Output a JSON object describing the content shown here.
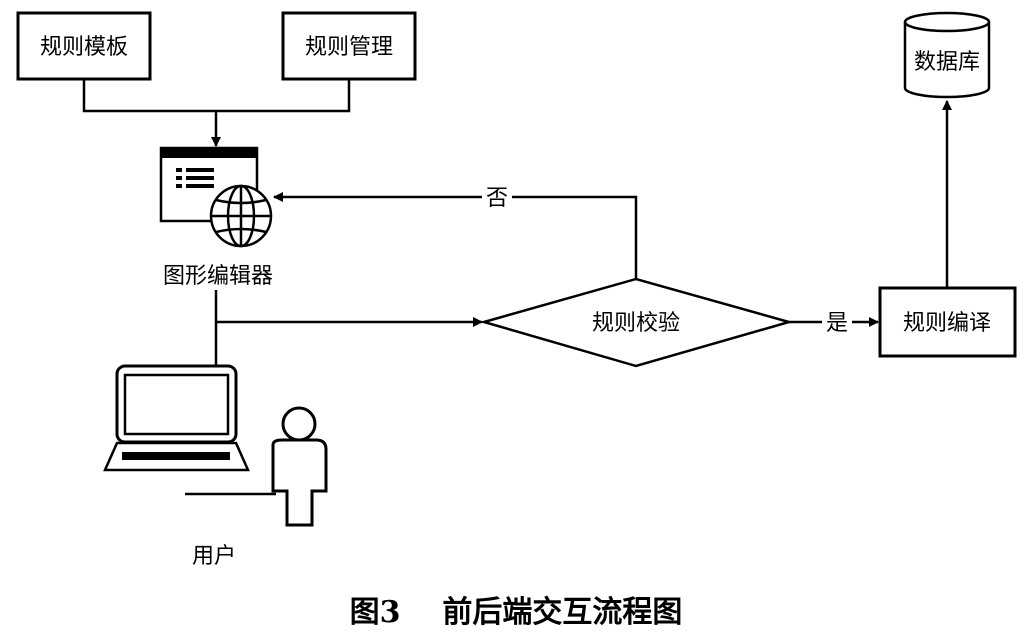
{
  "nodes": {
    "rule_template": "规则模板",
    "rule_management": "规则管理",
    "graphic_editor": "图形编辑器",
    "rule_validation": "规则校验",
    "rule_compile": "规则编译",
    "database": "数据库",
    "user": "用户"
  },
  "edges": {
    "no": "否",
    "yes": "是"
  },
  "caption": "图3    前后端交互流程图"
}
